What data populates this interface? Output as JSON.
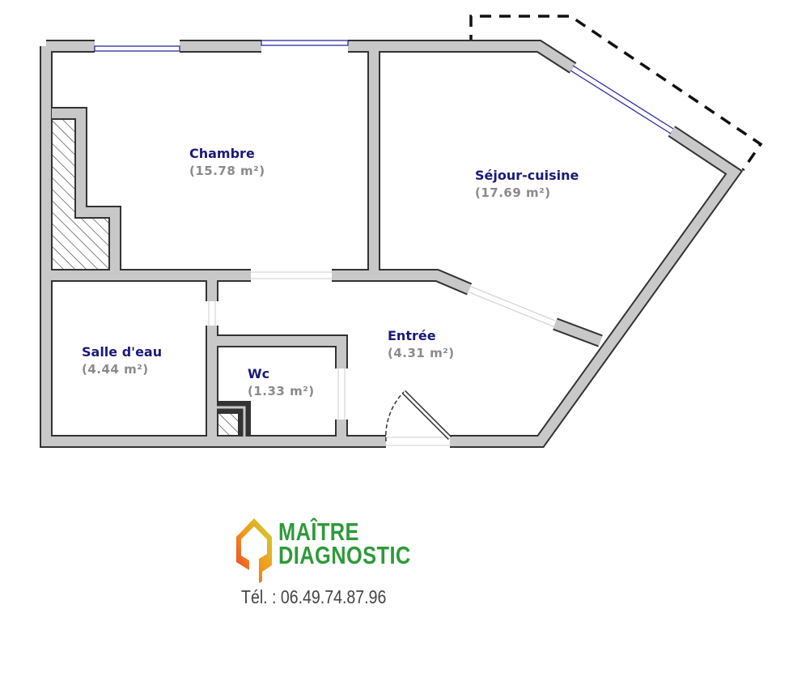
{
  "rooms": [
    {
      "name": "Chambre",
      "area": "(15.78 m²)"
    },
    {
      "name": "Séjour-cuisine",
      "area": "(17.69 m²)"
    },
    {
      "name": "Salle d'eau",
      "area": "(4.44 m²)"
    },
    {
      "name": "Wc",
      "area": "(1.33 m²)"
    },
    {
      "name": "Entrée",
      "area": "(4.31 m²)"
    }
  ],
  "logo": {
    "brand_line1": "MAÎTRE",
    "brand_line2": "DIAGNOSTIC",
    "phone": "Tél. : 06.49.74.87.96"
  },
  "colors": {
    "wall": "#c8c8c8",
    "wall_edge": "#333333",
    "window": "#2a2aa0",
    "room_name": "#1a1a7a",
    "room_area": "#8a8a8a",
    "brand": "#2e9a3a"
  }
}
